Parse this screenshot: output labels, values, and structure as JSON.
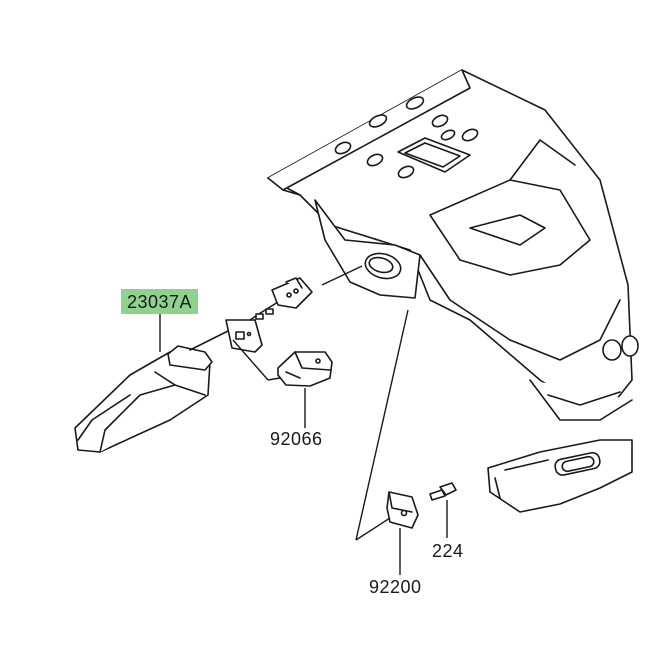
{
  "diagram": {
    "parts": [
      {
        "id": "part-23037A",
        "number": "23037A",
        "highlighted": true
      },
      {
        "id": "part-92066",
        "number": "92066",
        "highlighted": false
      },
      {
        "id": "part-224",
        "number": "224",
        "highlighted": false
      },
      {
        "id": "part-92200",
        "number": "92200",
        "highlighted": false
      }
    ],
    "colors": {
      "highlight": "#8fd18f",
      "line": "#1a1a1a",
      "fill": "#ffffff"
    }
  }
}
